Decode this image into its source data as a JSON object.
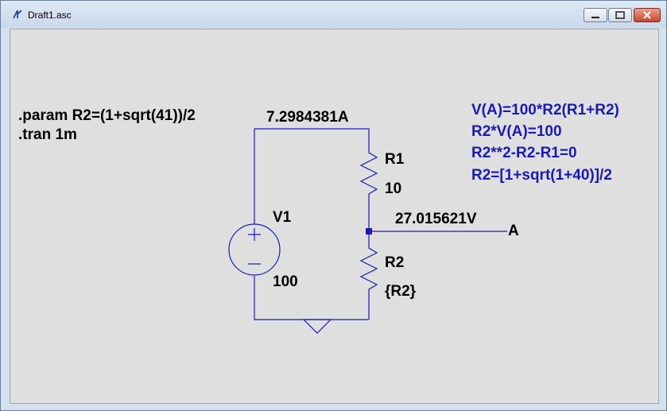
{
  "window": {
    "title": "Draft1.asc"
  },
  "directives": {
    "param": ".param R2=(1+sqrt(41))/2",
    "tran": ".tran 1m"
  },
  "notes": [
    "V(A)=100*R2(R1+R2)",
    "R2*V(A)=100",
    "R2**2-R2-R1=0",
    "R2=[1+sqrt(1+40)]/2"
  ],
  "components": {
    "v1": {
      "name": "V1",
      "value": "100"
    },
    "r1": {
      "name": "R1",
      "value": "10"
    },
    "r2": {
      "name": "R2",
      "value": "{R2}"
    }
  },
  "probes": {
    "current": "7.2984381A",
    "voltage": "27.015621V"
  },
  "net_label": "A",
  "colors": {
    "wire": "#1a1ab2",
    "text": "#000000",
    "canvas": "#dfdfdf"
  }
}
